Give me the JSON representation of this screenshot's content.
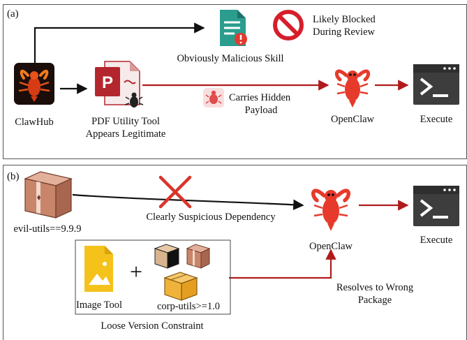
{
  "panel_a": {
    "label": "(a)",
    "clawhub_label": "ClawHub",
    "malicious_skill_label": "Obviously Malicious Skill",
    "blocked_line1": "Likely Blocked",
    "blocked_line2": "During Review",
    "pdf_line1": "PDF Utility Tool",
    "pdf_line2": "Appears Legitimate",
    "payload_line1": "Carries Hidden",
    "payload_line2": "Payload",
    "openclaw_label": "OpenClaw",
    "execute_label": "Execute"
  },
  "panel_b": {
    "label": "(b)",
    "evil_utils_label": "evil-utils==9.9.9",
    "suspicious_label": "Clearly Suspicious Dependency",
    "openclaw_label": "OpenClaw",
    "execute_label": "Execute",
    "image_tool_label": "Image Tool",
    "plus_sign": "+",
    "corp_utils_label": "corp-utils>=1.0",
    "loose_label": "Loose Version Constraint",
    "resolves_line1": "Resolves to Wrong",
    "resolves_line2": "Package"
  },
  "colors": {
    "arrow_red": "#b01c1c",
    "arrow_black": "#111111",
    "terminal": "#3d3d3d",
    "doc_teal": "#2a9d8f",
    "block_red": "#d61e2b",
    "pdf_red": "#b3262d",
    "box_brown": "#c9856a",
    "image_yellow": "#f4c21b"
  }
}
